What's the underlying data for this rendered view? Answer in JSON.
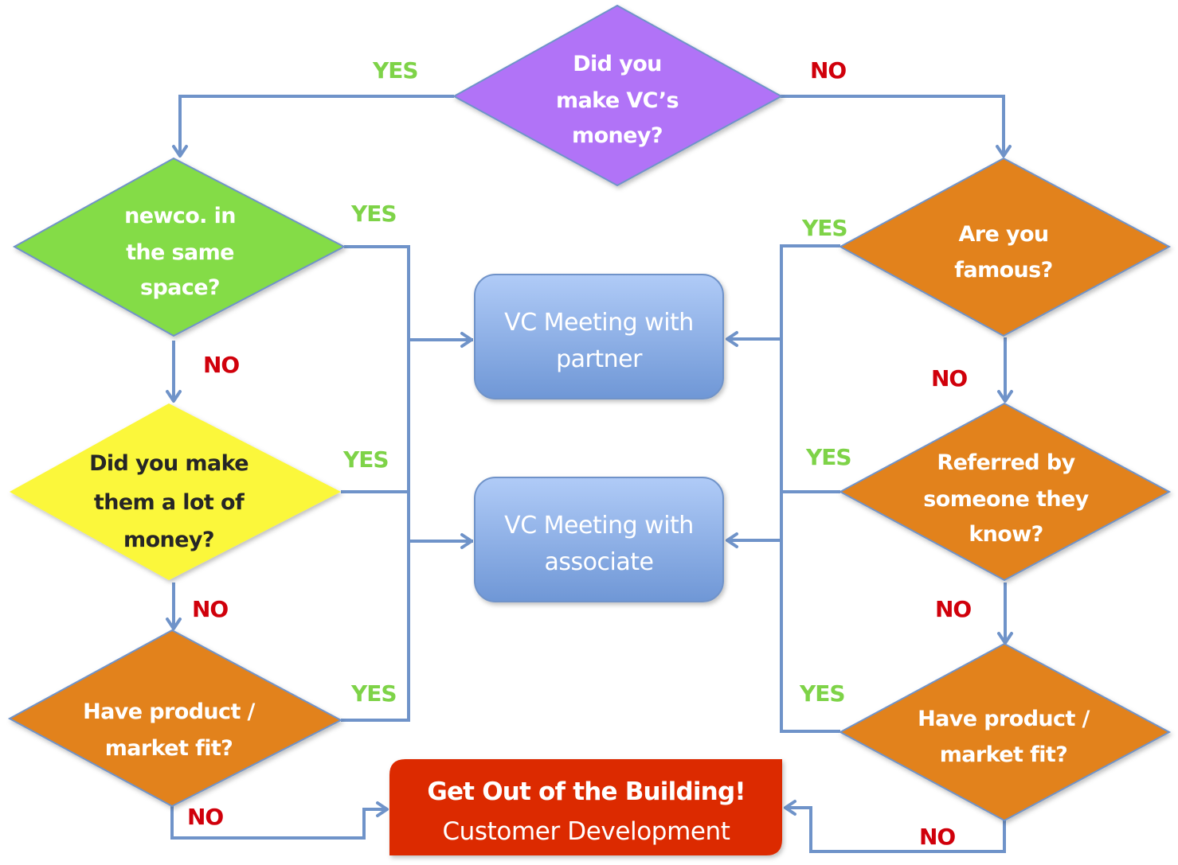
{
  "title": "VC meeting decision flowchart",
  "colors": {
    "connector": "#6f93c9",
    "yes_label": "#7ed348",
    "no_label": "#d0000b",
    "start_decision": "#b173f7",
    "green_decision": "#84dc46",
    "yellow_decision": "#fbf73a",
    "orange_decision": "#e2821f",
    "meeting_box": "#86aae6",
    "goal_box": "#dc2a00"
  },
  "labels": {
    "yes": "YES",
    "no": "NO"
  },
  "decisions": {
    "start": {
      "lines": [
        "Did you",
        "make VC’s",
        "money?"
      ]
    },
    "same_space": {
      "lines": [
        "newco. in",
        "the same",
        "space?"
      ]
    },
    "lot_of_money": {
      "lines": [
        "Did you make",
        "them a lot of",
        "money?"
      ]
    },
    "pmf_left": {
      "lines": [
        "Have product /",
        "market fit?"
      ]
    },
    "famous": {
      "lines": [
        "Are you",
        "famous?"
      ]
    },
    "referred": {
      "lines": [
        "Referred by",
        "someone they",
        "know?"
      ]
    },
    "pmf_right": {
      "lines": [
        "Have product /",
        "market fit?"
      ]
    }
  },
  "outcomes": {
    "partner": {
      "lines": [
        "VC Meeting with",
        "partner"
      ]
    },
    "associate": {
      "lines": [
        "VC Meeting with",
        "associate"
      ]
    },
    "goal": {
      "title": "Get Out of the Building!",
      "subtitle": "Customer Development"
    }
  }
}
